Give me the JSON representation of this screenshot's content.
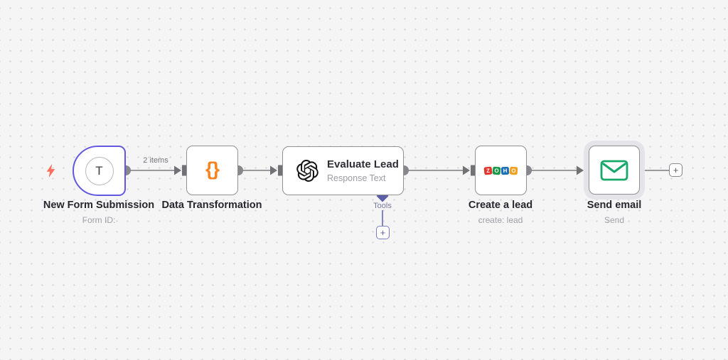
{
  "canvas": {
    "background_color": "#f5f5f6",
    "dot_color": "#d7d7da",
    "connection_color": "#9a9a9e",
    "port_color": "#87878c",
    "tools_connector_color": "#5c5fa8"
  },
  "edge_labels": {
    "items_count": "2 items",
    "tools": "Tools"
  },
  "nodes": [
    {
      "title": "New Form Submission",
      "subtitle": "Form ID:",
      "icon": "form-trigger-icon",
      "icon_letter": "T",
      "border_color": "#6257e0",
      "bolt_color": "#ff6d5c"
    },
    {
      "title": "Data Transformation",
      "subtitle": "",
      "icon": "code-braces-icon",
      "icon_glyph": "{}",
      "icon_color": "#f7821e"
    },
    {
      "title": "Evaluate Lead",
      "subtitle": "Response Text",
      "icon": "openai-icon"
    },
    {
      "title": "Create a lead",
      "subtitle": "create: lead",
      "icon": "zoho-icon",
      "logo_letters": [
        "Z",
        "O",
        "H",
        "O"
      ],
      "logo_colors": [
        "#e3342b",
        "#169a49",
        "#1d6fb7",
        "#f0a01e"
      ]
    },
    {
      "title": "Send email",
      "subtitle": "Send",
      "icon": "email-envelope-icon",
      "icon_color": "#17a86b",
      "selected": true
    }
  ],
  "buttons": {
    "add_tool": "+",
    "add_next_node": "+"
  }
}
